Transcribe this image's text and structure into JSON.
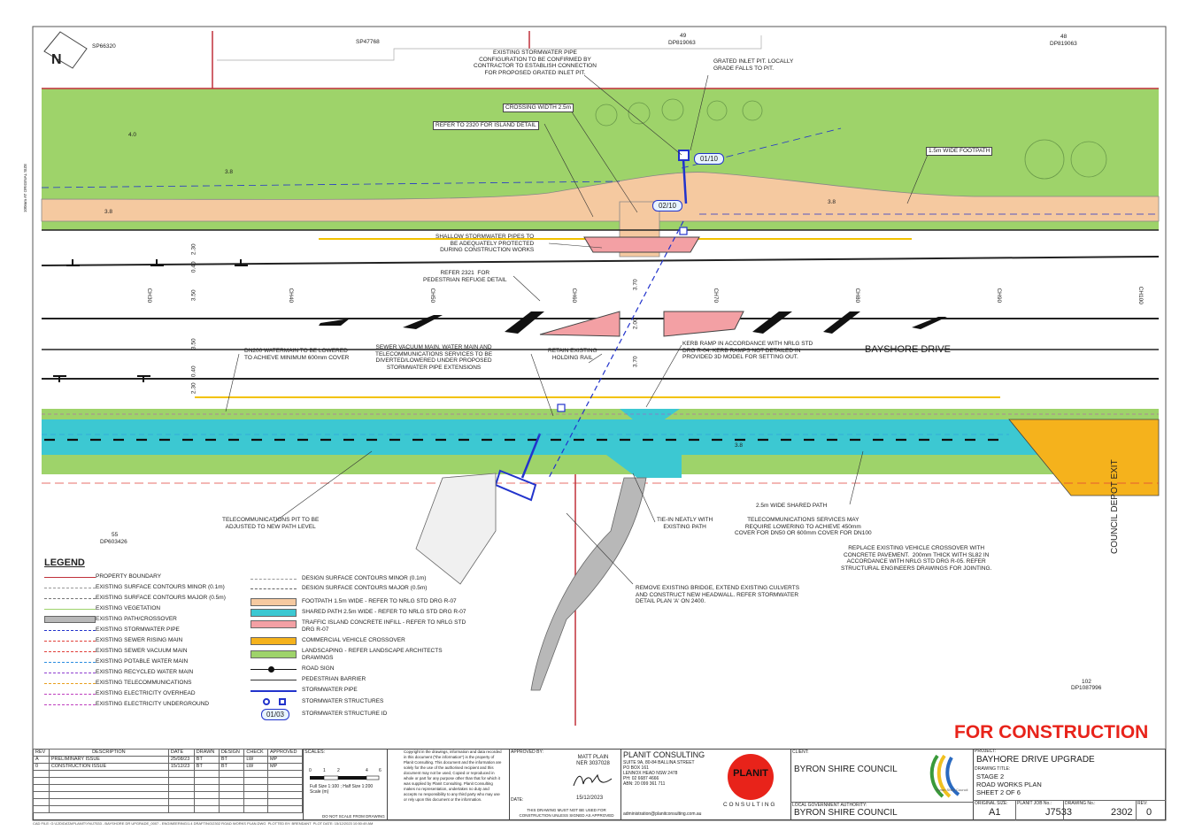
{
  "colors": {
    "vegetation": "#9ed36a",
    "footpath": "#f5c9a0",
    "shared_path": "#3cc8d2",
    "island": "#f3a0a4",
    "crossover": "#f5b21c",
    "stormwater": "#2233cc",
    "svm": "#e0403a",
    "boundary": "#c0303a",
    "brand_red": "#e8231a"
  },
  "parcels": {
    "sp66320": "SP66320",
    "sp47768": "SP47768",
    "lot49": "49",
    "dp819063a": "DP819063",
    "lot48": "48",
    "dp819063b": "DP819063",
    "lot55": "55",
    "dp603426": "DP603426",
    "lot102": "102",
    "dp1087996": "DP1087996"
  },
  "north_label": "N",
  "sheet_size_note": "100mm AT ORIGINAL SIZE",
  "road_name": "BAYSHORE DRIVE",
  "chainages": [
    "CH30",
    "CH40",
    "CH50",
    "CH60",
    "CH70",
    "CH80",
    "CH90",
    "CH100"
  ],
  "dims": {
    "d1": "2.30",
    "d2": "0.40",
    "d3": "3.50",
    "d4": "3.70",
    "d5": "2.00",
    "d6": "3.50",
    "d7": "3.70",
    "d8": "0.40",
    "d9": "2.30"
  },
  "contours": {
    "c40": "4.0",
    "c38a": "3.8",
    "c38b": "3.8",
    "c38c": "3.8",
    "c38d": "3.8"
  },
  "structure_ids": {
    "s1": "01/10",
    "s2": "02/10"
  },
  "vertical_label": "COUNCIL DEPOT EXIT",
  "notes": {
    "n1": "EXISTING STORMWATER PIPE\nCONFIGURATION TO BE CONFIRMED BY\nCONTRACTOR TO ESTABLISH CONNECTION\nFOR PROPOSED GRATED INLET PIT.",
    "n2": "GRATED INLET PIT. LOCALLY\nGRADE FALLS TO PIT.",
    "n3": "CROSSING WIDTH 2.5m",
    "n4": "REFER TO 2320 FOR ISLAND DETAIL",
    "n5": "1.5m WIDE FOOTPATH",
    "n6": "SHALLOW STORMWATER PIPES TO\nBE ADEQUATELY PROTECTED\nDURING CONSTRUCTION WORKS",
    "n7": "REFER 2321  FOR\nPEDESTRIAN REFUGE DETAIL",
    "n8": "DN200 WATERMAIN TO BE LOWERED\nTO ACHIEVE MINIMUM 600mm COVER",
    "n9": "SEWER VACUUM MAIN, WATER MAIN AND\nTELECOMMUNICATIONS SERVICES TO BE\nDIVERTED/LOWERED UNDER PROPOSED\nSTORMWATER PIPE EXTENSIONS",
    "n10": "RETAIN EXISTING\nHOLDING RAIL",
    "n11": "KERB RAMP IN ACCORDANCE WITH NRLG STD\nDRG R-04. KERB RAMPS NOT DETAILED IN\nPROVIDED 3D MODEL FOR SETTING OUT.",
    "n12": "TELECOMMUNICATIONS PIT TO BE\nADJUSTED TO NEW PATH LEVEL",
    "n13": "TIE-IN NEATLY WITH\nEXISTING PATH",
    "n14": "2.5m WIDE SHARED PATH",
    "n15": "TELECOMMUNICATIONS SERVICES MAY\nREQUIRE LOWERING TO ACHIEVE 450mm\nCOVER FOR DN50 OR 600mm COVER FOR DN100",
    "n16": "REPLACE EXISTING VEHICLE CROSSOVER WITH\nCONCRETE PAVEMENT.  200mm THICK WITH SL82 IN\nACCORDANCE WITH NRLG STD DRG R-05. REFER\nSTRUCTURAL ENGINEERS DRAWINGS FOR JOINTING.",
    "n17": "REMOVE EXISTING BRIDGE, EXTEND EXISTING CULVERTS\nAND CONSTRUCT NEW HEADWALL. REFER STORMWATER\nDETAIL PLAN 'A' ON 2400."
  },
  "legend": {
    "title": "LEGEND",
    "left": [
      {
        "label": "PROPERTY BOUNDARY",
        "code": ""
      },
      {
        "label": "EXISTING SURFACE CONTOURS MINOR (0.1m)",
        "code": "3.8"
      },
      {
        "label": "EXISTING SURFACE CONTOURS MAJOR (0.5m)",
        "code": "4.0"
      },
      {
        "label": "EXISTING VEGETATION",
        "code": ""
      },
      {
        "label": "EXISTING PATH/CROSSOVER",
        "code": ""
      },
      {
        "label": "EXISTING STORMWATER PIPE",
        "code": "SW"
      },
      {
        "label": "EXISTING SEWER RISING MAIN",
        "code": "SRM"
      },
      {
        "label": "EXISTING SEWER VACUUM MAIN",
        "code": "SVM"
      },
      {
        "label": "EXISTING POTABLE WATER MAIN",
        "code": "W"
      },
      {
        "label": "EXISTING RECYCLED WATER MAIN",
        "code": "RW"
      },
      {
        "label": "EXISTING TELECOMMUNICATIONS",
        "code": "T"
      },
      {
        "label": "EXISTING ELECTRICITY OVERHEAD",
        "code": "E"
      },
      {
        "label": "EXISTING ELECTRICITY UNDERGROUND",
        "code": "E"
      }
    ],
    "right": [
      {
        "label": "DESIGN SURFACE CONTOURS MINOR (0.1m)",
        "code": "3.8"
      },
      {
        "label": "DESIGN SURFACE CONTOURS MAJOR (0.5m)",
        "code": "4.0"
      },
      {
        "label": "FOOTPATH 1.5m WIDE - REFER TO NRLG STD DRG R-07"
      },
      {
        "label": "SHARED PATH 2.5m WIDE - REFER TO NRLG STD DRG R-07"
      },
      {
        "label": "TRAFFIC ISLAND CONCRETE INFILL - REFER TO NRLG STD\nDRG R-07"
      },
      {
        "label": "COMMERCIAL VEHICLE CROSSOVER"
      },
      {
        "label": "LANDSCAPING - REFER LANDSCAPE ARCHITECTS\nDRAWINGS"
      },
      {
        "label": "ROAD SIGN"
      },
      {
        "label": "PEDESTRIAN BARRIER"
      },
      {
        "label": "STORMWATER PIPE",
        "code": "SW"
      },
      {
        "label": "STORMWATER STRUCTURES"
      },
      {
        "label": "STORMWATER STRUCTURE ID",
        "code": "01/03"
      }
    ]
  },
  "stamp": "FOR CONSTRUCTION",
  "revisions": {
    "headers": [
      "REV",
      "DESCRIPTION",
      "DATE",
      "DRAWN",
      "DESIGN",
      "CHECK",
      "APPROVED"
    ],
    "rows": [
      [
        "A",
        "PRELIMINARY ISSUE",
        "25/08/23",
        "BT",
        "BT",
        "LW",
        "MP"
      ],
      [
        "0",
        "CONSTRUCTION ISSUE",
        "15/12/23",
        "BT",
        "BT",
        "LW",
        "MP"
      ]
    ]
  },
  "scales": {
    "label": "SCALES:",
    "ticks": [
      "0",
      "1",
      "2",
      "4",
      "6"
    ],
    "note": "Full Size 1:100 ; Half Size 1:200\nScale (m)",
    "dnsfd": "DO NOT SCALE FROM DRAWING"
  },
  "copyright": "Copyright in the drawings, information and data recorded\nin this document (\"the information\") is the property of\nPlanit Consulting. This document and the information are\nsolely for the use of the authorised recipient and this\ndocument may not be used, Copied or reproduced in\nwhole or part for any purpose other than that for which it\nwas supplied by Planit Consulting. Planit Consulting\nmakes no representation, undertakes no duty and\naccepts no responsibility to any third party who may use\nor rely upon this document or the information.",
  "approval": {
    "label": "APPROVED BY:",
    "name": "MATT PLAIN",
    "ner": "NER 3037028",
    "date_label": "DATE:",
    "date": "15/12/2023",
    "note": "THIS DRAWING MUST NOT BE USED FOR\nCONSTRUCTION UNLESS SIGNED AS APPROVED"
  },
  "consultant": {
    "name": "PLANIT CONSULTING",
    "address": "SUITE 9A, 80-84 BALLINA STREET\nPO BOX 161\nLENNOX HEAD NSW 2478\nPH: 02 6687 4666\nABN: 20 099 361 711",
    "email": "administration@planitconsulting.com.au",
    "logo_word": "PLANIT",
    "logo_sub": "C O N S U L T I N G"
  },
  "client": {
    "label": "CLIENT:",
    "name": "BYRON SHIRE COUNCIL",
    "lga_label": "LOCAL GOVERNMENT AUTHORITY:",
    "lga": "BYRON SHIRE COUNCIL",
    "logo_text": "Byron Shire Council"
  },
  "project": {
    "label": "PROJECT:",
    "name": "BAYHORE DRIVE UPGRADE",
    "title_label": "DRAWING TITLE:",
    "title": "STAGE 2\nROAD WORKS PLAN\nSHEET 2 OF 6"
  },
  "sheet": {
    "size_label": "ORIGINAL SIZE:",
    "size": "A1",
    "job_label": "PLANIT JOB No.:",
    "job": "J7533",
    "dwg_label": "DRAWING No.:",
    "dwg": "2302",
    "rev_label": "REV:",
    "rev": "0"
  },
  "footer_path": "CAD FILE: G:\\12D\\DATA\\PLANIT\\YN\\J7533 - BAYSHORE DR UPGRADE_0007 - ENGINEERING\\1.4 DRAFTING\\2302 ROAD WORKS PLAN.DWG  PLOTTED BY: BRENDANT  PLOT DATE: 15/12/2023 10:50:49 AM"
}
